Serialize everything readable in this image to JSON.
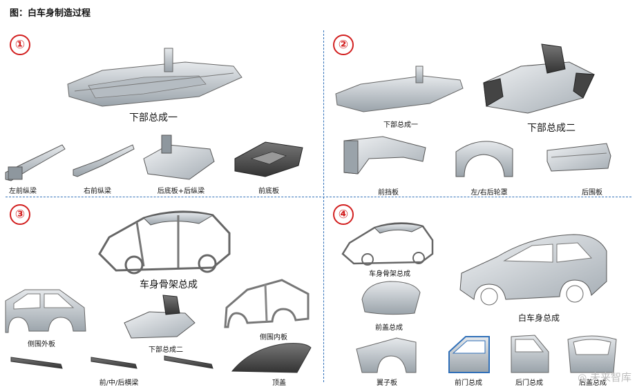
{
  "title": "图：白车身制造过程",
  "steps": {
    "s1": "①",
    "s2": "②",
    "s3": "③",
    "s4": "④"
  },
  "q1": {
    "main_label": "下部总成一",
    "parts": [
      "左前纵梁",
      "右前纵梁",
      "后底板+后纵梁",
      "前底板"
    ]
  },
  "q2": {
    "sub_label_1": "下部总成一",
    "main_label_2": "下部总成二",
    "parts": [
      "前挡板",
      "左/右后轮罩",
      "后围板"
    ]
  },
  "q3": {
    "main_label": "车身骨架总成",
    "parts": [
      "侧围外板",
      "下部总成二",
      "侧围内板",
      "前/中/后横梁",
      "顶盖"
    ]
  },
  "q4": {
    "frame_label": "车身骨架总成",
    "main_label": "白车身总成",
    "parts": [
      "前盖总成",
      "翼子板",
      "前门总成",
      "后门总成",
      "后盖总成"
    ]
  },
  "watermark": "未来智库",
  "colors": {
    "step_circle": "#d21f1f",
    "divider": "#2f6fb8",
    "part_fill": "#c9cfd4"
  }
}
